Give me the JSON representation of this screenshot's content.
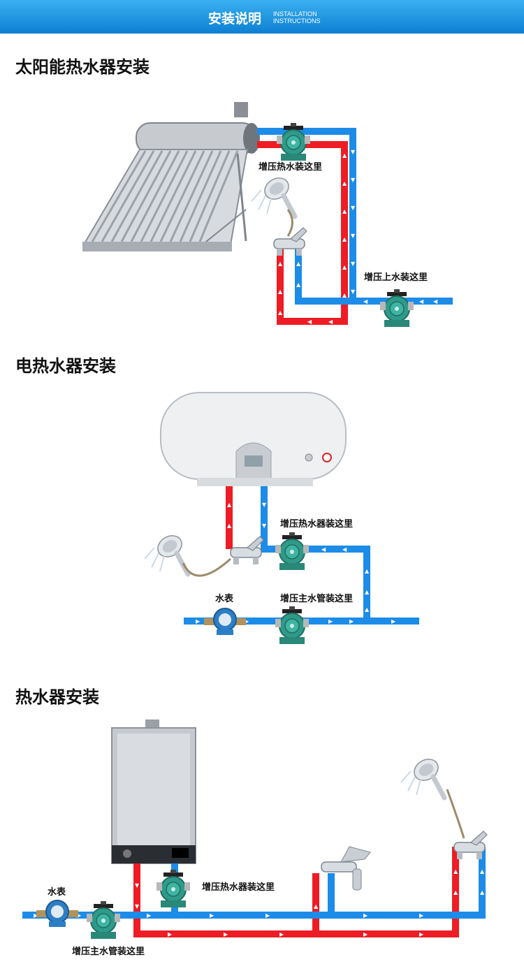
{
  "header": {
    "title": "安装说明",
    "subtitle_line1": "INSTALLATION",
    "subtitle_line2": "INSTRUCTIONS"
  },
  "sections": [
    {
      "title": "太阳能热水器安装",
      "labels": {
        "hot_pump": "增压热水装这里",
        "cold_pump": "增压上水装这里"
      }
    },
    {
      "title": "电热水器安装",
      "labels": {
        "heater_pump": "增压热水器装这里",
        "meter": "水表",
        "main_pump": "增压主水管装这里"
      }
    },
    {
      "title": "热水器安装",
      "labels": {
        "meter": "水表",
        "heater_pump": "增压热水器装这里",
        "main_pump": "增压主水管装这里"
      }
    }
  ],
  "colors": {
    "hot": "#ee1c24",
    "cold": "#1c8ce8",
    "header": "#1a8fe0",
    "pump": "#2f9a8a"
  },
  "icons": [
    "solar-heater",
    "electric-heater",
    "gas-heater",
    "pump",
    "faucet",
    "shower-head",
    "water-meter",
    "flow-arrow"
  ]
}
